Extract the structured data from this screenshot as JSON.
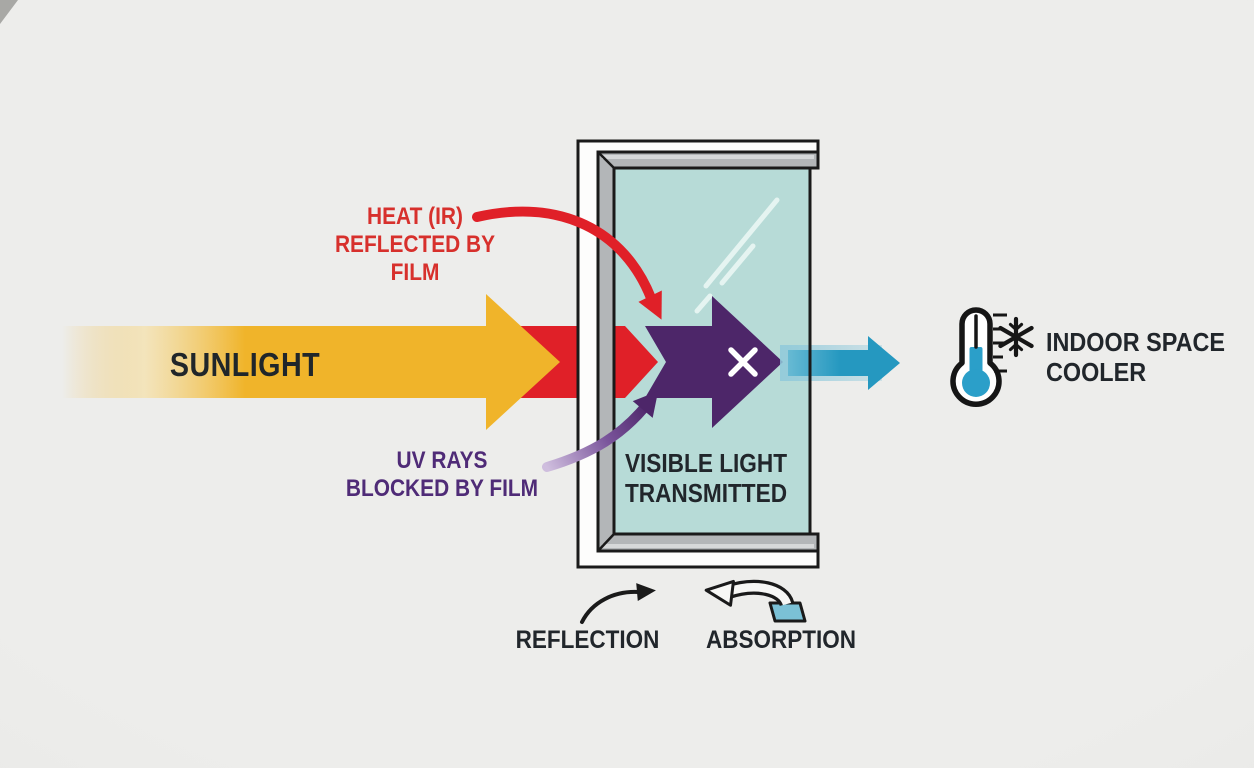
{
  "title": "Window film solar control diagram",
  "labels": {
    "sunlight": "SUNLIGHT",
    "heat": "HEAT (IR)\nREFLECTED BY FILM",
    "uv": "UV RAYS\nBLOCKED BY FILM",
    "visible": "VISIBLE LIGHT\nTRANSMITTED",
    "indoor": "INDOOR SPACE\nCOOLER",
    "reflection": "REFLECTION",
    "absorption": "ABSORPTION"
  },
  "colors": {
    "sunlight_yellow": "#F0B42A",
    "heat_red": "#E02028",
    "uv_purple": "#4D2669",
    "glass_teal": "#B7DBD7",
    "transmitted_teal": "#2598C0",
    "transmitted_teal_light": "#8FC9DB",
    "thermometer_blue": "#2B9FC9",
    "absorption_teal": "#7BC1D6",
    "label_red": "#D7302C",
    "label_purple": "#4F2B77",
    "text_dark": "#21262B",
    "frame_white": "#FDFDFC",
    "frame_gray": "#B3B6B8",
    "outline_black": "#1A1A1A"
  },
  "icons": {
    "thermometer": "thermometer-icon",
    "snowflake": "snowflake-icon",
    "cross": "blocked-x-icon"
  }
}
